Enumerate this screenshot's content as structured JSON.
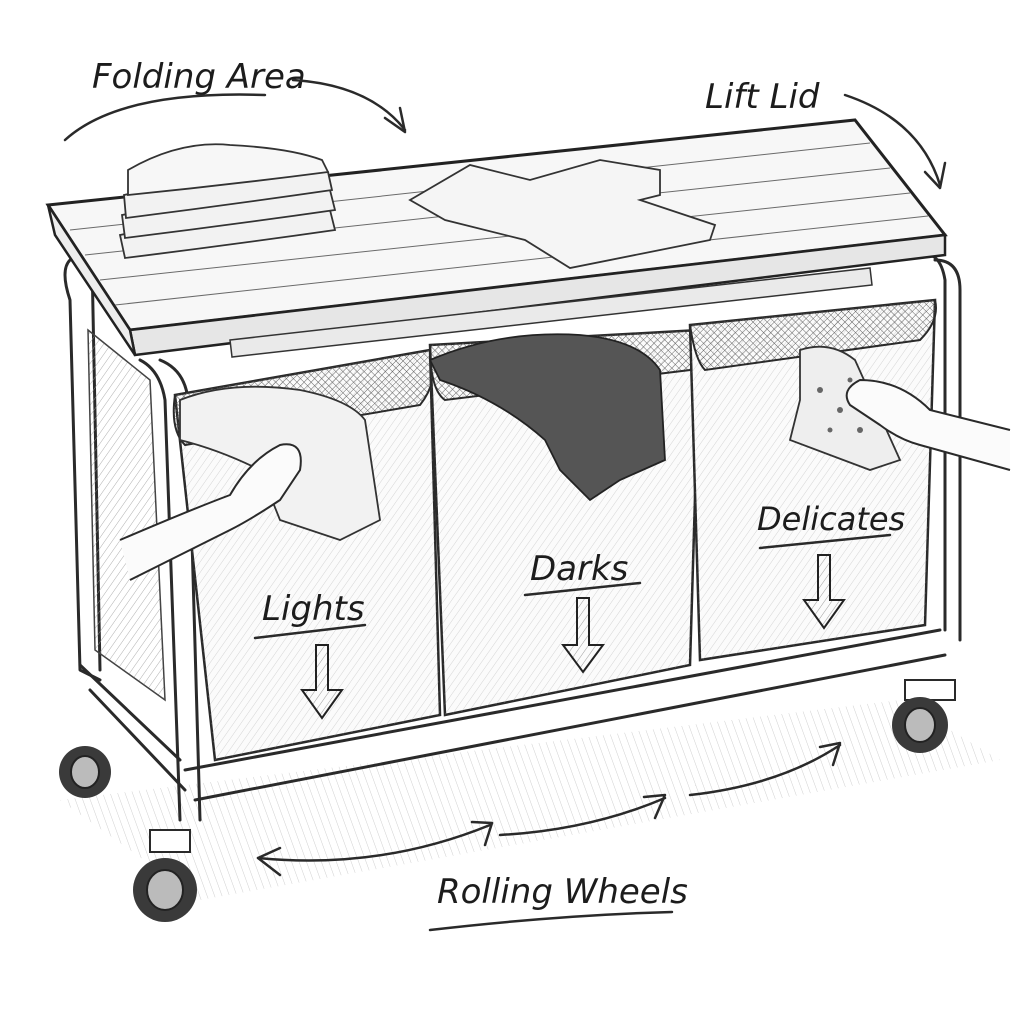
{
  "title": "Laundry sorter cart sketch",
  "labels": {
    "folding_area": "Folding Area",
    "lift_lid": "Lift Lid",
    "rolling_wheels": "Rolling Wheels"
  },
  "bins": [
    {
      "label": "Lights"
    },
    {
      "label": "Darks"
    },
    {
      "label": "Delicates"
    }
  ],
  "colors": {
    "ink": "#2a2a2a",
    "paper": "#ffffff",
    "shade": "#9a9a9a"
  }
}
